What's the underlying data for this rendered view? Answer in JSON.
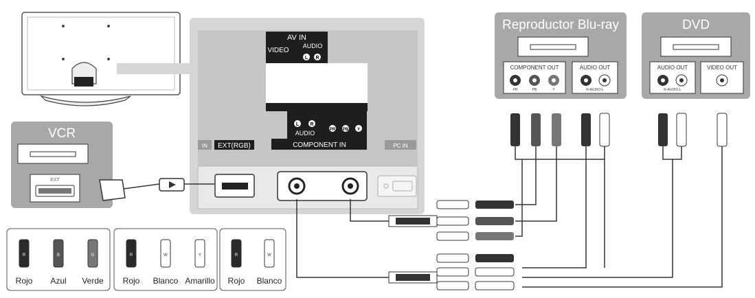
{
  "devices": {
    "bluray": {
      "title": "Reproductor Blu-ray",
      "component_out": "COMPONENT OUT",
      "audio_out": "AUDIO OUT",
      "jack_pr": "PR",
      "jack_pb": "PB",
      "jack_y": "Y",
      "audio_jacks": "R-AUDIO-L"
    },
    "dvd": {
      "title": "DVD",
      "audio_out": "AUDIO OUT",
      "video_out": "VIDEO OUT",
      "audio_jacks": "R-AUDIO-L"
    },
    "vcr": {
      "title": "VCR",
      "ext": "EXT"
    }
  },
  "tv_panel": {
    "av_in": "AV IN",
    "video": "VIDEO",
    "audio": "AUDIO",
    "audio_lower": "AUDIO",
    "l": "L",
    "r": "R",
    "pr": "PR",
    "pb": "PB",
    "y": "Y",
    "ext_rgb": "EXT(RGB)",
    "component_in": "COMPONENT IN",
    "in_left": "IN",
    "pc_in": "PC IN"
  },
  "legend": {
    "groups": [
      {
        "items": [
          {
            "label": "Rojo",
            "mark": "R",
            "color": "#2a2a2a"
          },
          {
            "label": "Azul",
            "mark": "B",
            "color": "#555555"
          },
          {
            "label": "Verde",
            "mark": "G",
            "color": "#777777"
          }
        ]
      },
      {
        "items": [
          {
            "label": "Rojo",
            "mark": "R",
            "color": "#2a2a2a"
          },
          {
            "label": "Blanco",
            "mark": "W",
            "color": "#ffffff"
          },
          {
            "label": "Amarillo",
            "mark": "Y",
            "color": "#ffffff"
          }
        ]
      },
      {
        "items": [
          {
            "label": "Rojo",
            "mark": "R",
            "color": "#2a2a2a"
          },
          {
            "label": "Blanco",
            "mark": "W",
            "color": "#ffffff"
          }
        ]
      }
    ]
  },
  "colors": {
    "panel_gray": "#d6d6d6",
    "device_gray": "#a8a8a8",
    "dark": "#1e1e1e",
    "line": "#333333"
  }
}
